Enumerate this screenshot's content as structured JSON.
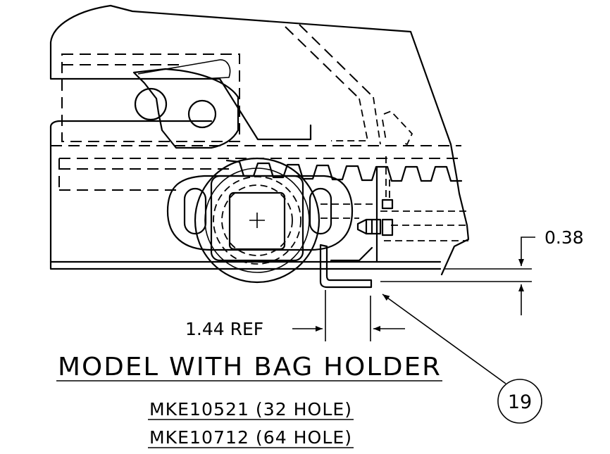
{
  "dimensions": {
    "gap": "0.38",
    "offset": "1.44 REF"
  },
  "title": "MODEL WITH BAG HOLDER",
  "models": [
    "MKE10521 (32 HOLE)",
    "MKE10712 (64 HOLE)"
  ],
  "balloon": "19"
}
